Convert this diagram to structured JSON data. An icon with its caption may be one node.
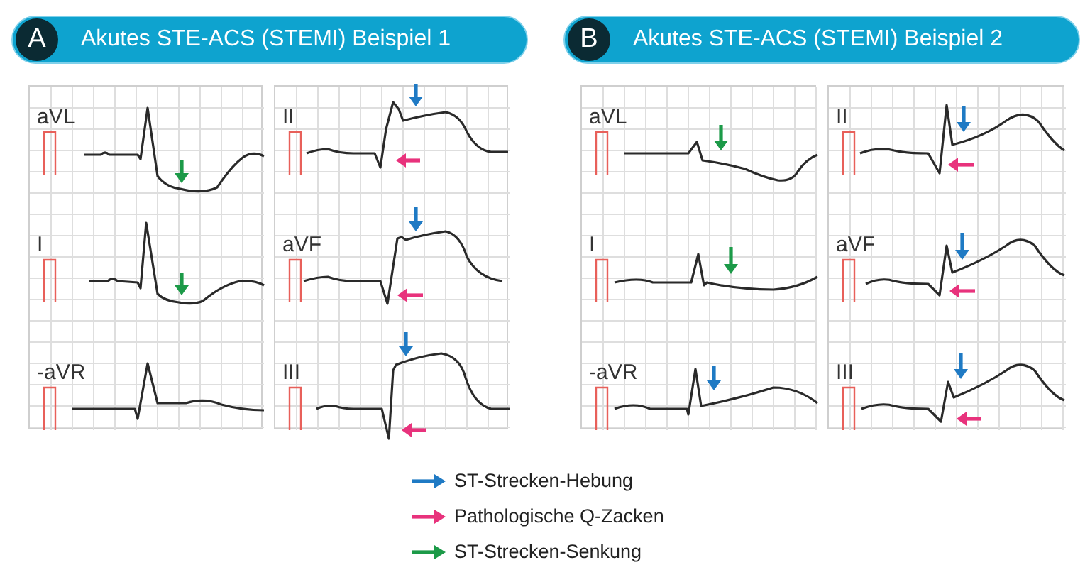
{
  "diagram": {
    "nodes": [
      {
        "text": [
          "Akutes STE-ACS (STEMI) Beispiel 1"
        ]
      },
      {
        "text": [
          "A"
        ],
        "in": 0
      },
      {
        "text": [
          "Akutes STE-ACS (STEMI) Beispiel 2"
        ]
      },
      {
        "text": [
          "B"
        ],
        "in": 2
      },
      {
        "text": [
          "aVL",
          "I",
          "-aVR"
        ]
      },
      {
        "text": [
          "II",
          "aVF",
          "III"
        ]
      },
      {
        "text": [
          "aVL",
          "I",
          "-aVR"
        ]
      },
      {
        "text": [
          "II",
          "aVF",
          "III"
        ]
      }
    ],
    "legend": [
      {
        "text": "ST-Strecken-Hebung"
      },
      {
        "text": "Pathologische Q-Zacken"
      },
      {
        "text": "ST-Strecken-Senkung"
      }
    ]
  }
}
